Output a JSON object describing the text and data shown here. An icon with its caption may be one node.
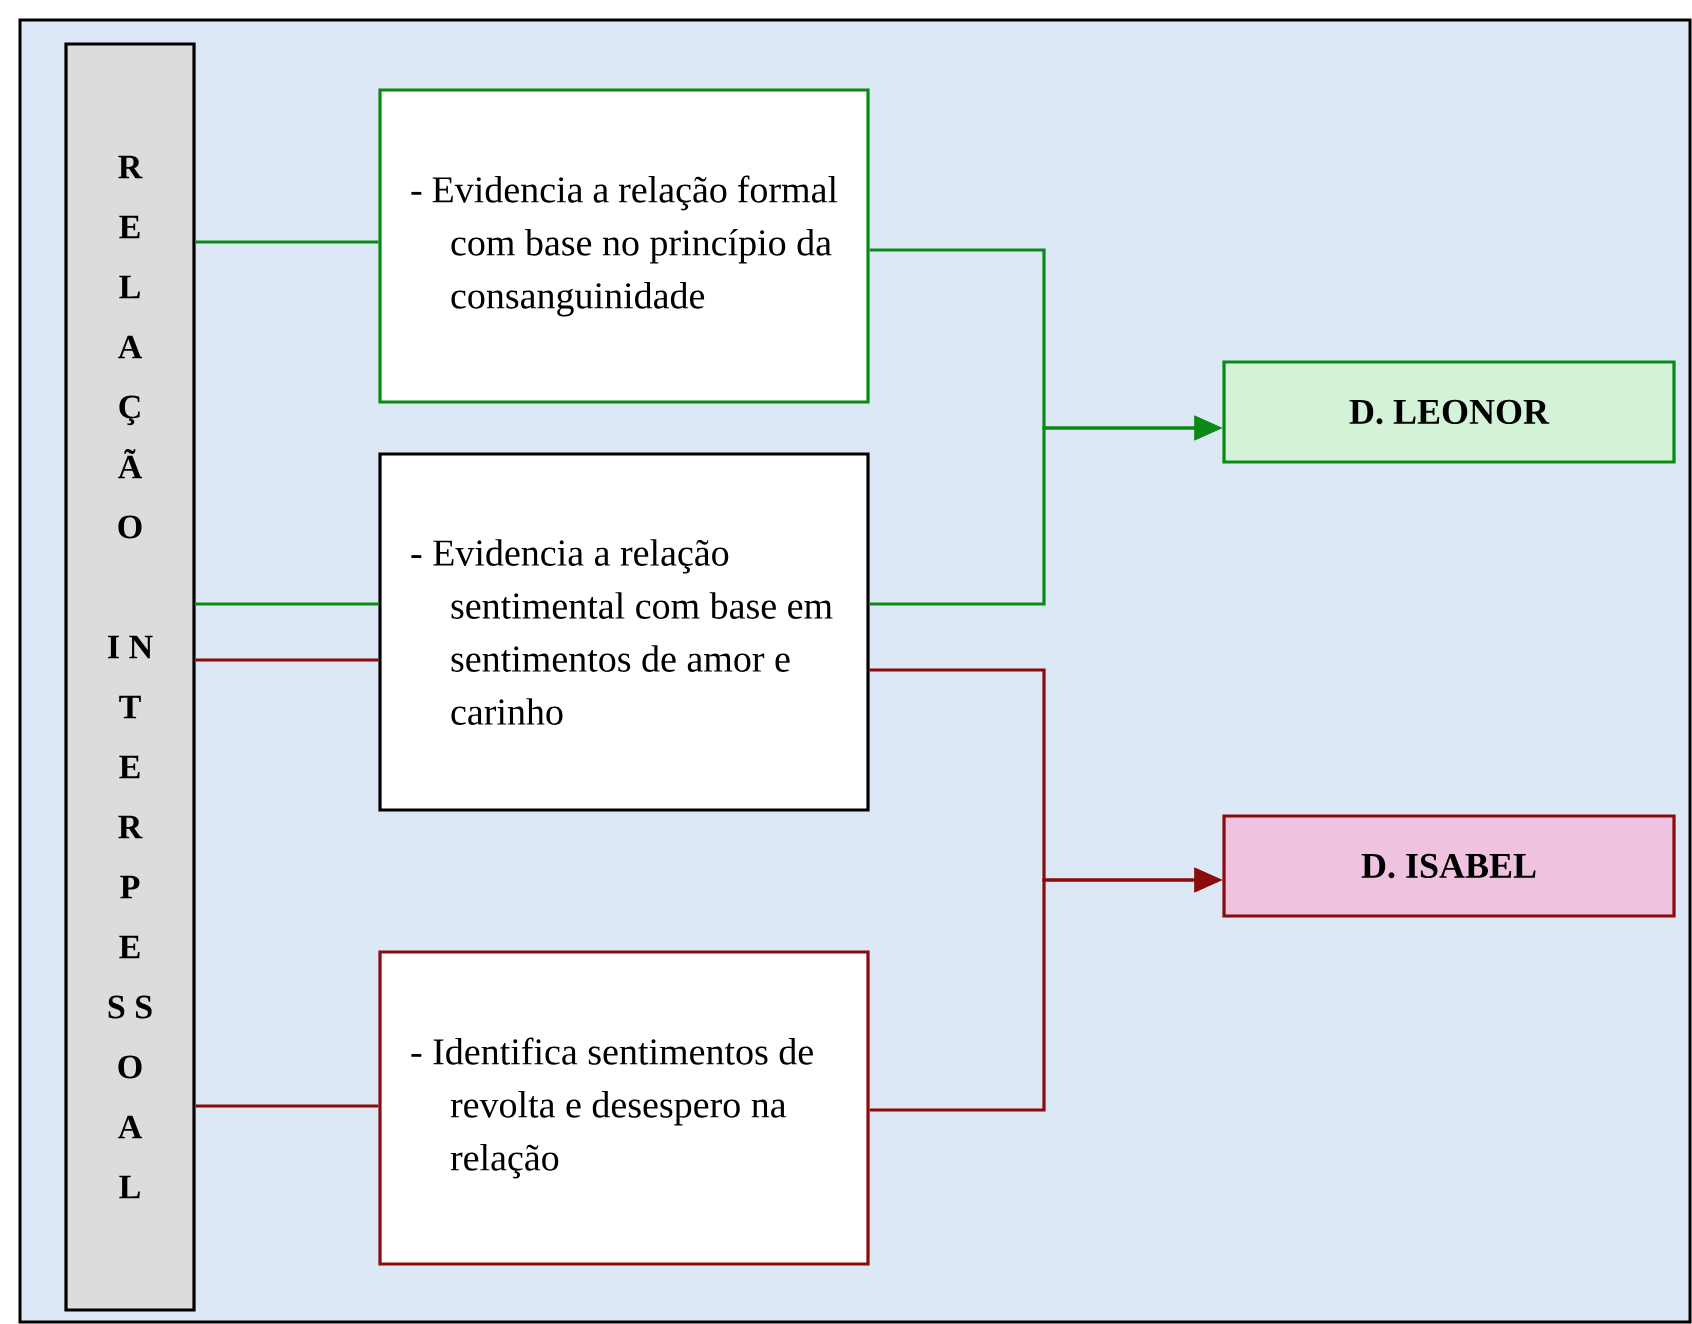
{
  "diagram": {
    "nodes": [
      {
        "text": [
          "R E L A Ç Ã O",
          "I N T E R P E S S O A L"
        ]
      },
      {
        "text": [
          "- Evidencia a relação formal com base no princípio da consanguinidade"
        ]
      },
      {
        "text": [
          "- Evidencia a relação sentimental com base em sentimentos de amor e carinho"
        ]
      },
      {
        "text": [
          "- Identifica sentimentos de revolta e desespero na relação"
        ]
      },
      {
        "text": [
          "D. LEONOR"
        ]
      },
      {
        "text": [
          "D. ISABEL"
        ]
      }
    ],
    "edges": [
      {
        "from": 0,
        "to": 1,
        "arrow": "none",
        "color": "#0a8a14"
      },
      {
        "from": 0,
        "to": 2,
        "arrow": "none",
        "color": "#0a8a14"
      },
      {
        "from": 0,
        "to": 2,
        "arrow": "none",
        "color": "#8b0a0a"
      },
      {
        "from": 0,
        "to": 3,
        "arrow": "none",
        "color": "#8b0a0a"
      },
      {
        "from": 1,
        "to": 4,
        "arrow": "to",
        "color": "#0a8a14"
      },
      {
        "from": 2,
        "to": 4,
        "arrow": "to",
        "color": "#0a8a14"
      },
      {
        "from": 2,
        "to": 5,
        "arrow": "to",
        "color": "#8b0a0a"
      },
      {
        "from": 3,
        "to": 5,
        "arrow": "to",
        "color": "#8b0a0a"
      }
    ]
  }
}
